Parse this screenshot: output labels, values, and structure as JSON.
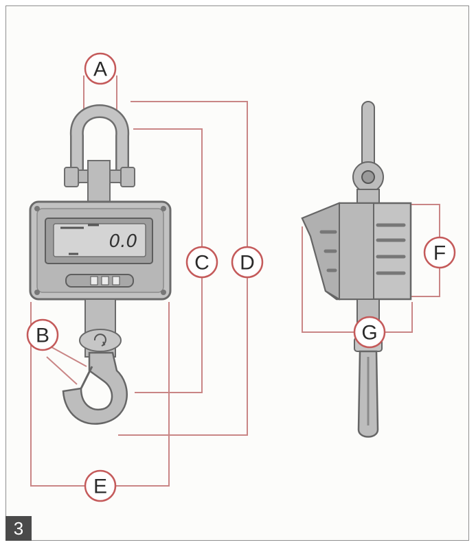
{
  "figure_number": "3",
  "display_reading": "0.0",
  "labels": {
    "A": "A",
    "B": "B",
    "C": "C",
    "D": "D",
    "E": "E",
    "F": "F",
    "G": "G"
  },
  "colors": {
    "dimension_line": "#c98585",
    "label_circle": "#c45a5a",
    "device_fill": "#bcbcbc",
    "device_stroke": "#6e6e6e",
    "figure_badge": "#4a4a4a"
  }
}
